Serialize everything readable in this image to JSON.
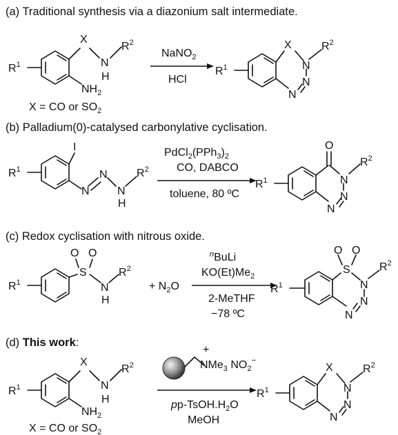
{
  "sections": [
    {
      "letter": "(a)",
      "title": "Traditional synthesis via a diazonium salt intermediate.",
      "reagents_above": "NaNO",
      "reagents_above_sub": "2",
      "reagents_below": "HCl",
      "note": "X = CO or SO",
      "note_sub": "2"
    },
    {
      "letter": "(b)",
      "title": "Palladium(0)-catalysed carbonylative cyclisation.",
      "reagent_line1_a": "PdCl",
      "reagent_line1_b": "2",
      "reagent_line1_c": "(PPh",
      "reagent_line1_d": "3",
      "reagent_line1_e": ")",
      "reagent_line1_f": "2",
      "reagent_line2": "CO, DABCO",
      "reagent_line3": "toluene, 80 ºC"
    },
    {
      "letter": "(c)",
      "title": "Redox cyclisation with nitrous oxide.",
      "reagent_line1_sup": "n",
      "reagent_line1": "BuLi",
      "reagent_line2": "KO(Et)Me",
      "reagent_line2_sub": "2",
      "reagent_line3": "2-MeTHF",
      "reagent_line4": "−78 ºC",
      "plus": "+ N",
      "plus_sub": "2",
      "plus_end": "O"
    },
    {
      "letter": "(d)",
      "title_bold": "This work",
      "title_end": ":",
      "resin_label_plus": "+",
      "resin_label": "NMe",
      "resin_label_sub": "3",
      "resin_label_anion": " NO",
      "resin_label_anion_sub": "2",
      "resin_label_minus": "−",
      "reagent_below1": "p-TsOH.H",
      "reagent_below1_sub": "2",
      "reagent_below1_end": "O",
      "reagent_below2": "MeOH",
      "note": "X = CO or SO",
      "note_sub": "2"
    }
  ],
  "atoms": {
    "X": "X",
    "N": "N",
    "H": "H",
    "R": "R",
    "one": "1",
    "two": "2",
    "NH": "NH",
    "I": "I",
    "O": "O",
    "S": "S"
  }
}
